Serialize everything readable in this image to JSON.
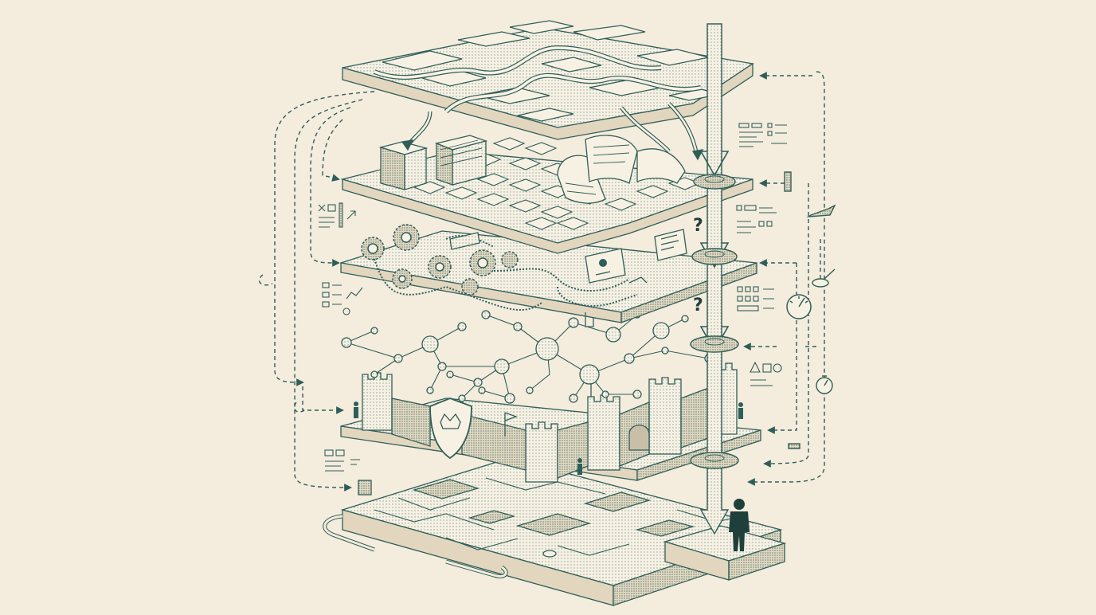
{
  "colors": {
    "background": "#f4ecdd",
    "ink": "#2f5e58",
    "ink_dark": "#1f3f3b",
    "fill_light": "#f7f1e4",
    "fill_mid": "#e7dcc6",
    "fill_dark": "#c9bfa8"
  },
  "diagram": {
    "layers": [
      {
        "id": "road-network",
        "icon": "road-tiles-icon"
      },
      {
        "id": "data-blocks",
        "icon": "honeycomb-tiles-icon"
      },
      {
        "id": "gears-and-chains",
        "icon": "gear-icon"
      },
      {
        "id": "node-network",
        "icon": "network-node-icon"
      },
      {
        "id": "castle-walls",
        "icon": "castle-tower-icon"
      },
      {
        "id": "circuit-board",
        "icon": "chip-icon"
      }
    ],
    "question_marks": [
      "?",
      "?"
    ],
    "side_icons": [
      "gauge-icon",
      "stopwatch-icon",
      "slider-icon",
      "shield-icon",
      "person-figure-icon"
    ]
  }
}
